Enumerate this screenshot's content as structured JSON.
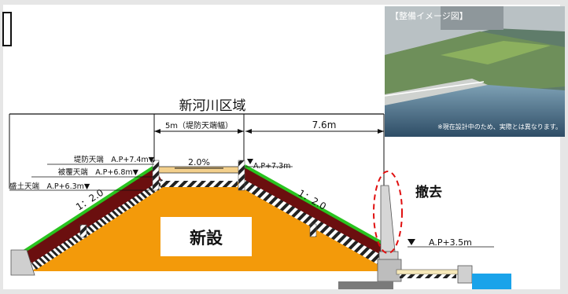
{
  "region_title": "新河川区域",
  "crest_width": "5m（堤防天端幅）",
  "width_right": "7.6m",
  "crest_slope": "2.0%",
  "levels": {
    "crest": "堤防天端　A.P+7.4m▼",
    "revetment": "被覆天端　A.P+6.8m▼",
    "fill": "盛土天端　A.P+6.3m▼",
    "right_crest": "A.P+7.3m",
    "water": "A.P+3.5m"
  },
  "slope_left": "1：2.0",
  "slope_right": "1：2.0",
  "new_label": "新設",
  "remove_label": "撤去",
  "inset": {
    "title": "【整備イメージ図】",
    "note": "※現在設計中のため、実際とは異なります。"
  },
  "colors": {
    "fill_orange": "#f39a0a",
    "revetment_brown": "#6b0f0f",
    "grass_green": "#29c41f",
    "removal_red": "#e01010",
    "water_blue": "#1aa3ea"
  }
}
